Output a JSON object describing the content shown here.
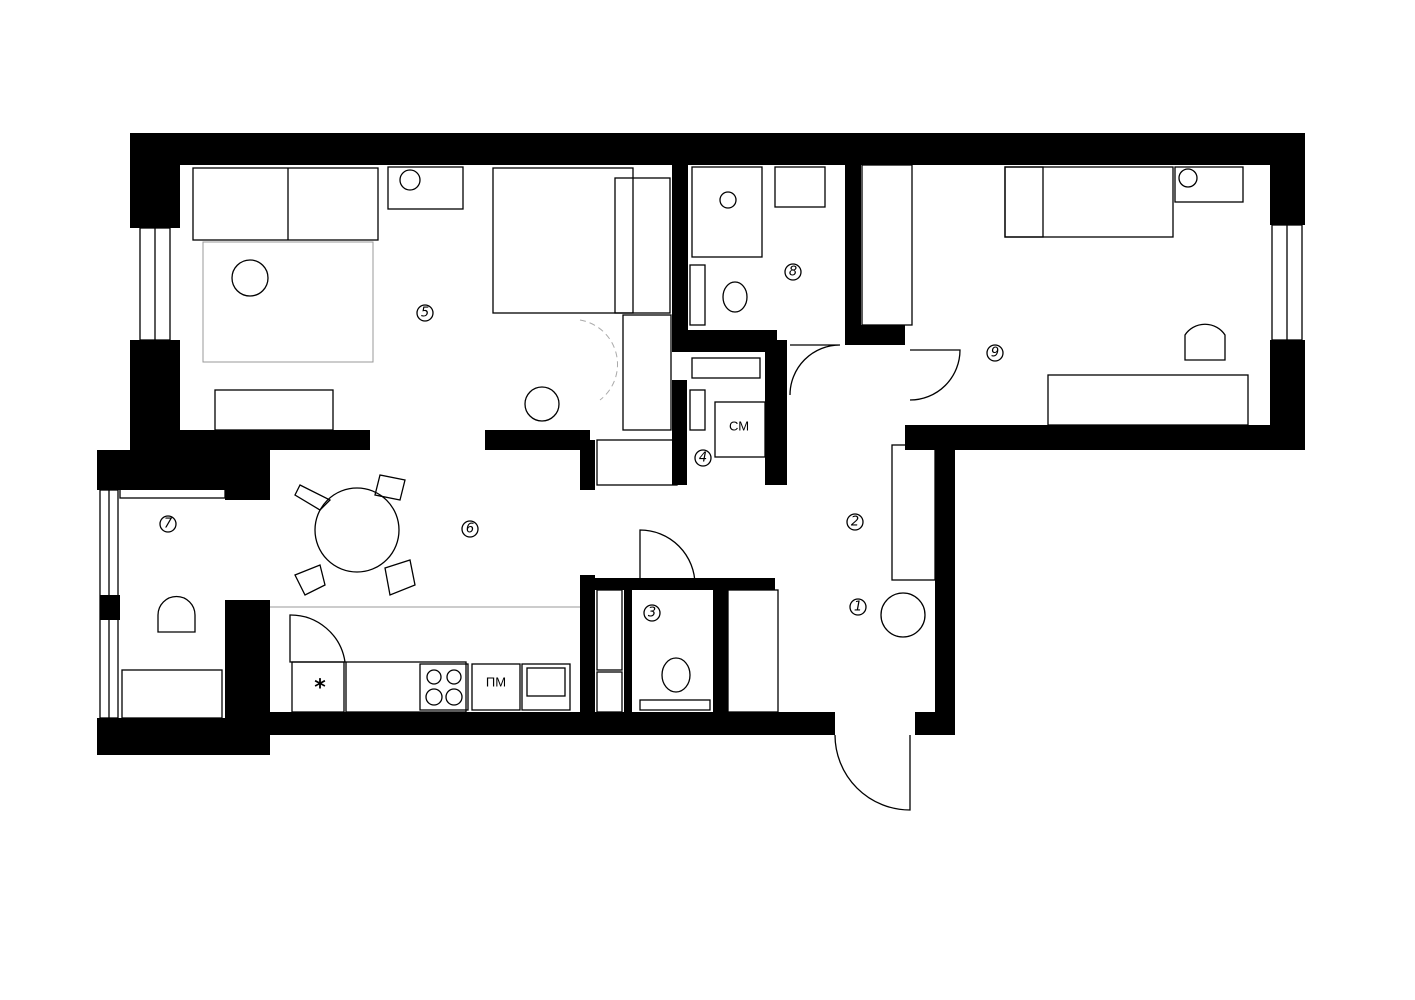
{
  "rooms": [
    {
      "number": "1"
    },
    {
      "number": "2"
    },
    {
      "number": "3"
    },
    {
      "number": "4"
    },
    {
      "number": "5"
    },
    {
      "number": "6"
    },
    {
      "number": "7"
    },
    {
      "number": "8"
    },
    {
      "number": "9"
    }
  ],
  "appliances": {
    "washing_machine": "СМ",
    "dishwasher": "ПМ",
    "marker": "*"
  },
  "colors": {
    "wall": "#000000",
    "furniture": "#000000",
    "hidden_lines": "#aaaaaa"
  }
}
